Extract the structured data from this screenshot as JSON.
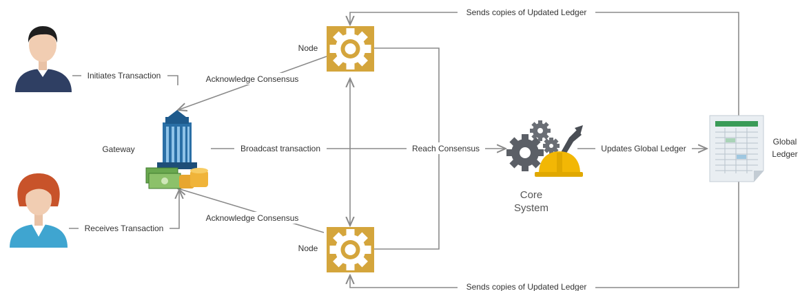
{
  "nodes": {
    "initiator": {
      "icon": "male-user-icon"
    },
    "receiver": {
      "icon": "female-user-icon"
    },
    "gateway": {
      "label": "Gateway",
      "icon": "bank-building-icon"
    },
    "node_top": {
      "label": "Node",
      "icon": "gear-icon"
    },
    "node_bottom": {
      "label": "Node",
      "icon": "gear-icon"
    },
    "core_system": {
      "label_line1": "Core",
      "label_line2": "System",
      "icon": "gears-hardhat-icon"
    },
    "global_ledger": {
      "label_line1": "Global",
      "label_line2": "Ledger",
      "icon": "spreadsheet-icon"
    }
  },
  "edges": {
    "initiates": "Initiates Transaction",
    "receives": "Receives Transaction",
    "ack_top": "Acknowledge Consensus",
    "ack_bottom": "Acknowledge Consensus",
    "broadcast": "Broadcast transaction",
    "reach": "Reach Consensus",
    "updates": "Updates Global Ledger",
    "sends_top": "Sends copies of Updated Ledger",
    "sends_bottom": "Sends copies of Updated Ledger"
  },
  "colors": {
    "node_gold": "#d4a53c",
    "edge_gray": "#8a8a8a",
    "user_navy": "#2f3f63",
    "female_hair": "#c8532a",
    "female_shirt": "#3fa5d0",
    "gear_gray": "#5b5f66",
    "hardhat_yellow": "#f2b705",
    "building_blue": "#2a6fa6",
    "ledger_green": "#3a9b57"
  }
}
